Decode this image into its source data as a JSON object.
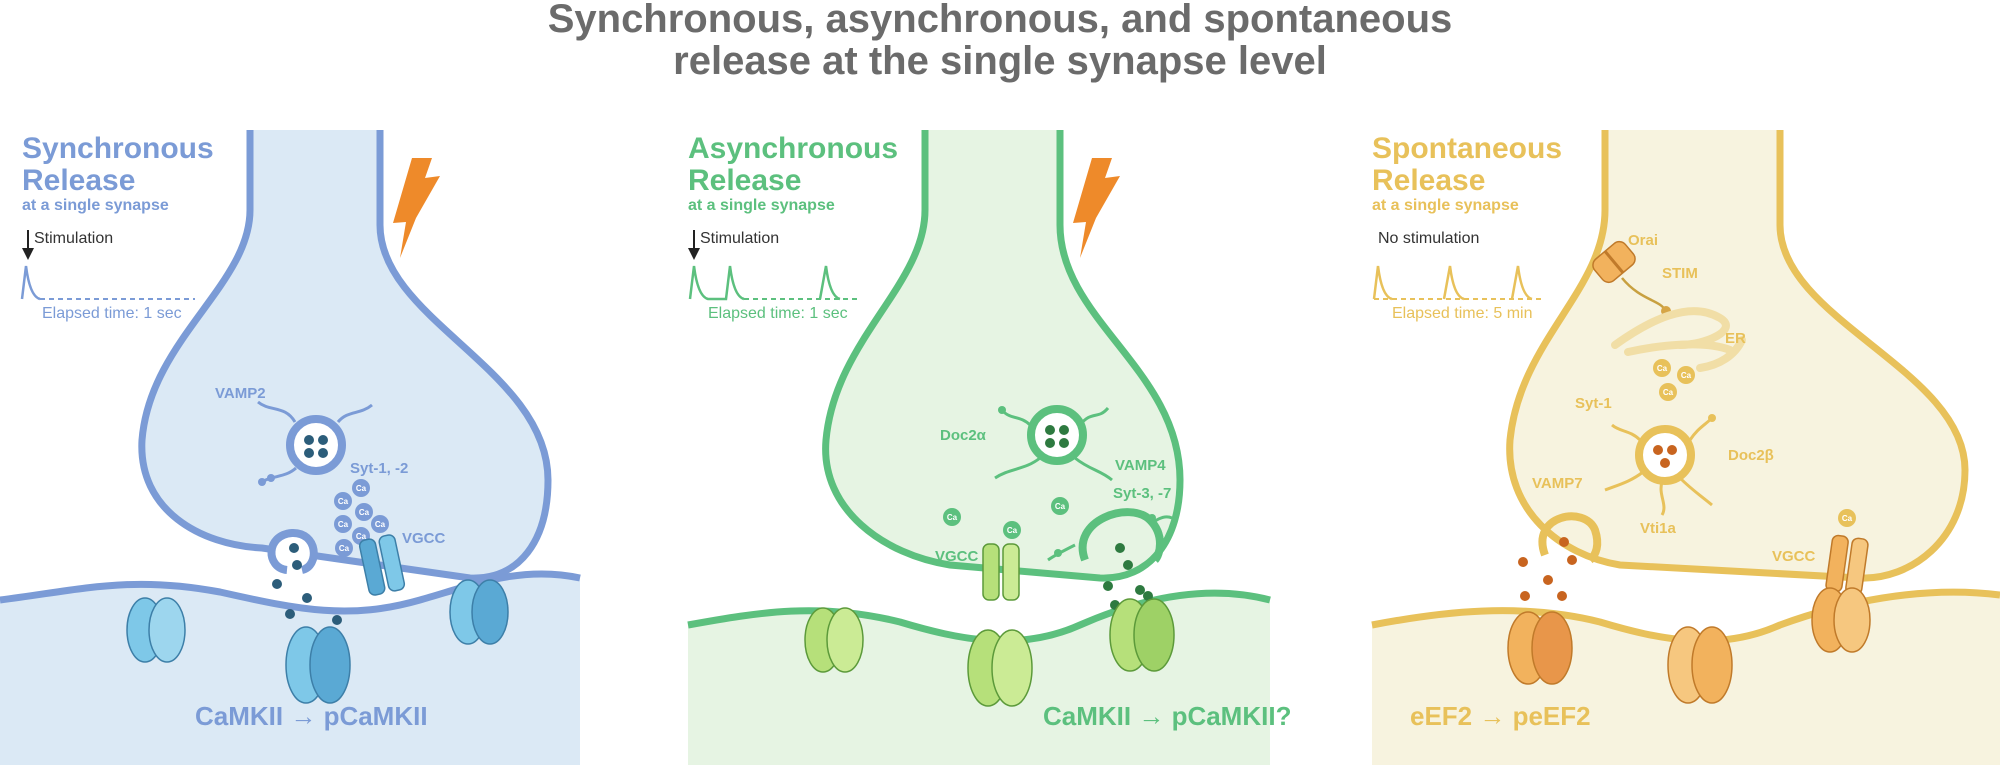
{
  "title_line1": "Synchronous, asynchronous, and spontaneous",
  "title_line2": "release at the single synapse level",
  "colors": {
    "sync": "#7b9bd6",
    "sync_fill": "#dbe9f5",
    "sync_receptor": "#7ec8e8",
    "async": "#5cc07e",
    "async_fill": "#e6f4e3",
    "async_receptor": "#b6e07a",
    "spont": "#e8c15a",
    "spont_fill": "#f7f3df",
    "spont_receptor": "#f2b25d",
    "bolt": "#ee8a2a",
    "title": "#6b6b6b"
  },
  "icons": [
    "lightning-bolt-icon",
    "stimulation-arrow-icon"
  ],
  "panels": {
    "sync": {
      "title1": "Synchronous",
      "title2": "Release",
      "subtitle": "at a single synapse",
      "stim": "Stimulation",
      "elapsed": "Elapsed time: 1 sec",
      "vamp": "VAMP2",
      "syt": "Syt-1, -2",
      "vgcc": "VGCC",
      "ca": "Ca",
      "pathway": "CaMKII → pCaMKII"
    },
    "async": {
      "title1": "Asynchronous",
      "title2": "Release",
      "subtitle": "at a single synapse",
      "stim": "Stimulation",
      "elapsed": "Elapsed time: 1 sec",
      "doc": "Doc2α",
      "vamp": "VAMP4",
      "syt": "Syt-3, -7",
      "vgcc": "VGCC",
      "ca": "Ca",
      "pathway": "CaMKII → pCaMKII?"
    },
    "spont": {
      "title1": "Spontaneous",
      "title2": "Release",
      "subtitle": "at a single synapse",
      "stim": "No stimulation",
      "elapsed": "Elapsed time: 5 min",
      "orai": "Orai",
      "stim_protein": "STIM",
      "er": "ER",
      "syt": "Syt-1",
      "doc": "Doc2β",
      "vamp": "VAMP7",
      "vti": "Vti1a",
      "vgcc": "VGCC",
      "ca": "Ca",
      "pathway": "eEF2 → peEF2"
    }
  }
}
